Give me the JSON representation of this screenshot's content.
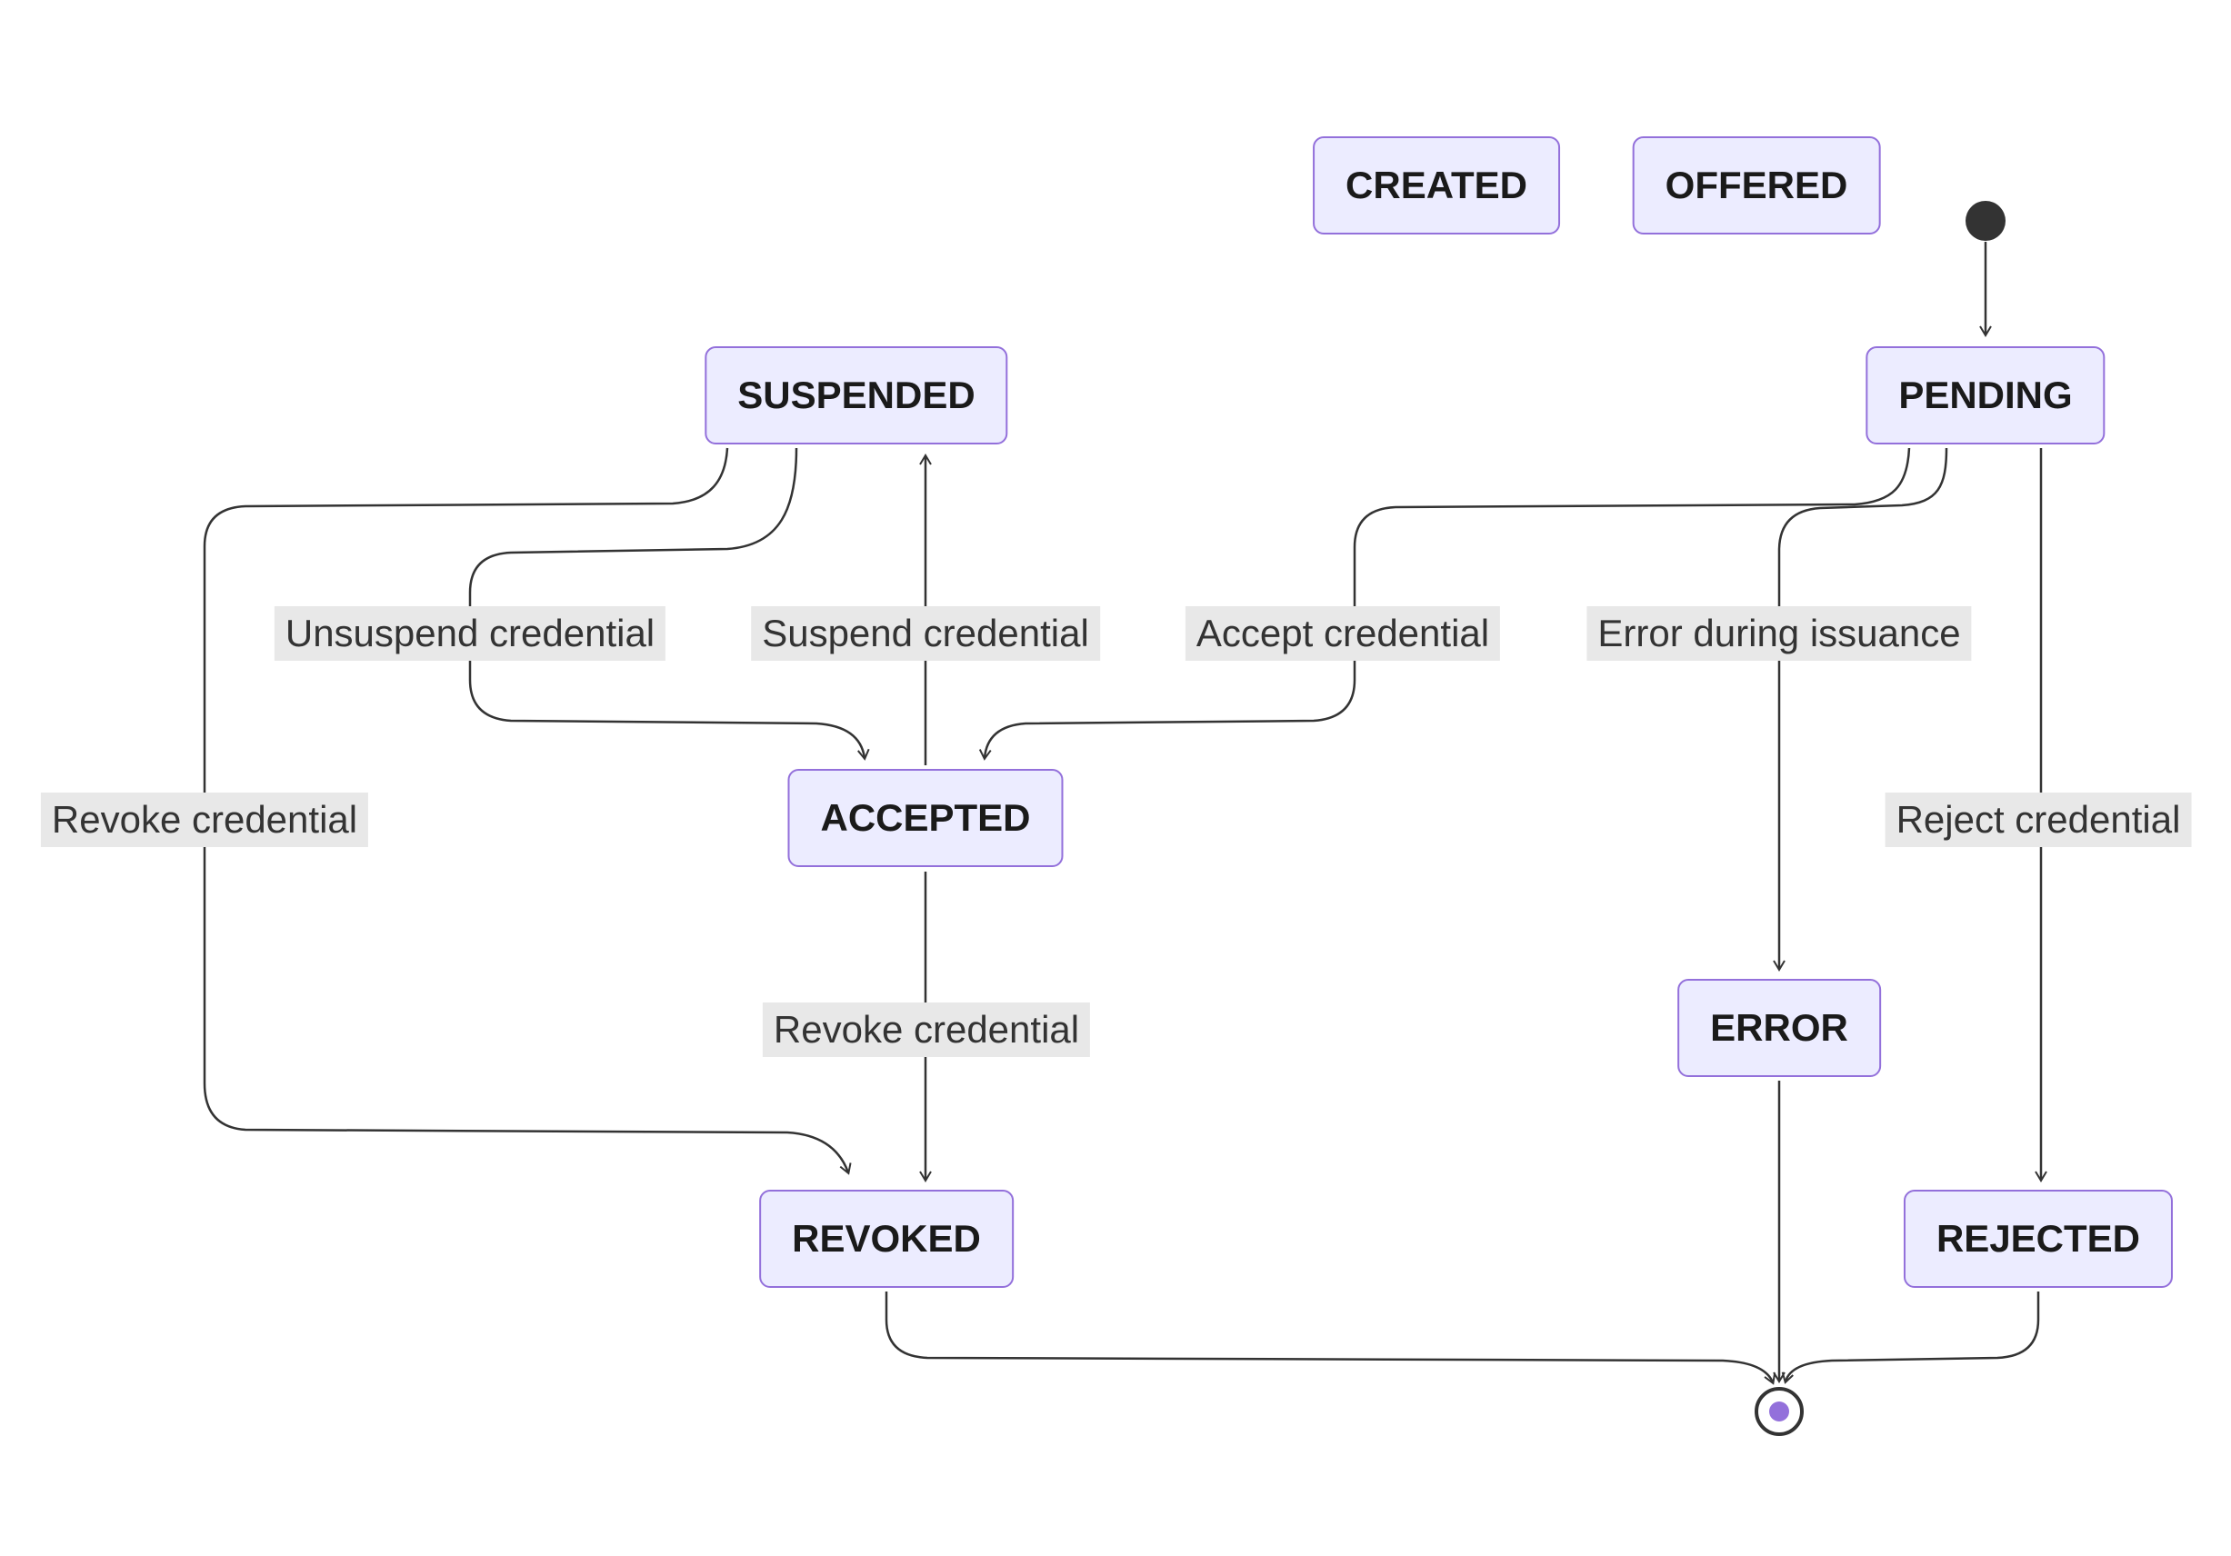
{
  "diagram": {
    "type": "state-diagram",
    "states": [
      {
        "id": "CREATED",
        "label": "CREATED"
      },
      {
        "id": "OFFERED",
        "label": "OFFERED"
      },
      {
        "id": "PENDING",
        "label": "PENDING"
      },
      {
        "id": "SUSPENDED",
        "label": "SUSPENDED"
      },
      {
        "id": "ACCEPTED",
        "label": "ACCEPTED"
      },
      {
        "id": "ERROR",
        "label": "ERROR"
      },
      {
        "id": "REVOKED",
        "label": "REVOKED"
      },
      {
        "id": "REJECTED",
        "label": "REJECTED"
      }
    ],
    "transitions": [
      {
        "from": "start",
        "to": "PENDING",
        "label": ""
      },
      {
        "from": "SUSPENDED",
        "to": "ACCEPTED",
        "label": "Unsuspend credential"
      },
      {
        "from": "ACCEPTED",
        "to": "SUSPENDED",
        "label": "Suspend credential"
      },
      {
        "from": "PENDING",
        "to": "ACCEPTED",
        "label": "Accept credential"
      },
      {
        "from": "PENDING",
        "to": "ERROR",
        "label": "Error during issuance"
      },
      {
        "from": "PENDING",
        "to": "REJECTED",
        "label": "Reject credential"
      },
      {
        "from": "SUSPENDED",
        "to": "REVOKED",
        "label": "Revoke credential"
      },
      {
        "from": "ACCEPTED",
        "to": "REVOKED",
        "label": "Revoke credential"
      },
      {
        "from": "REVOKED",
        "to": "end",
        "label": ""
      },
      {
        "from": "ERROR",
        "to": "end",
        "label": ""
      },
      {
        "from": "REJECTED",
        "to": "end",
        "label": ""
      }
    ],
    "colors": {
      "node_fill": "#ECECFF",
      "node_border": "#9370DB",
      "edge": "#333333",
      "edge_label_bg": "#e8e8e8",
      "edge_label_text": "#333333",
      "initial_state": "#333333",
      "final_state_inner": "#9370DB",
      "background": "#ffffff"
    }
  }
}
